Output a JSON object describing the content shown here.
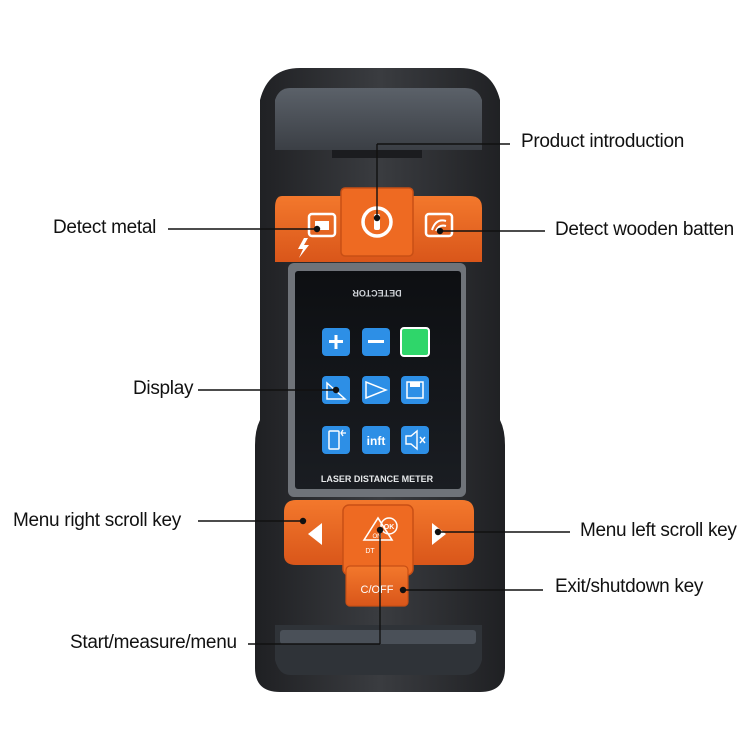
{
  "callouts": {
    "product_introduction": "Product introduction",
    "detect_metal": "Detect metal",
    "detect_wooden_batten": "Detect wooden batten",
    "display": "Display",
    "menu_right_scroll_key": "Menu right scroll key",
    "menu_left_scroll_key": "Menu left scroll key",
    "exit_shutdown_key": "Exit/shutdown key",
    "start_measure_menu": "Start/measure/menu"
  },
  "device": {
    "screen_header": "DETECTOR",
    "screen_footer": "LASER DISTANCE METER",
    "inft_label": "inft",
    "ok_label": "OK",
    "on_label": "ON",
    "dt_label": "DT",
    "c_off_label": "C/OFF"
  },
  "colors": {
    "body": "#2b2d30",
    "orange": "#e8641c",
    "icon_blue": "#2d8fe6",
    "icon_green": "#2fd66a"
  },
  "icons": [
    "plus-icon",
    "minus-icon",
    "green-square-icon",
    "area-icon",
    "angle-icon",
    "save-icon",
    "memory-icon",
    "inft-icon",
    "mute-icon"
  ]
}
